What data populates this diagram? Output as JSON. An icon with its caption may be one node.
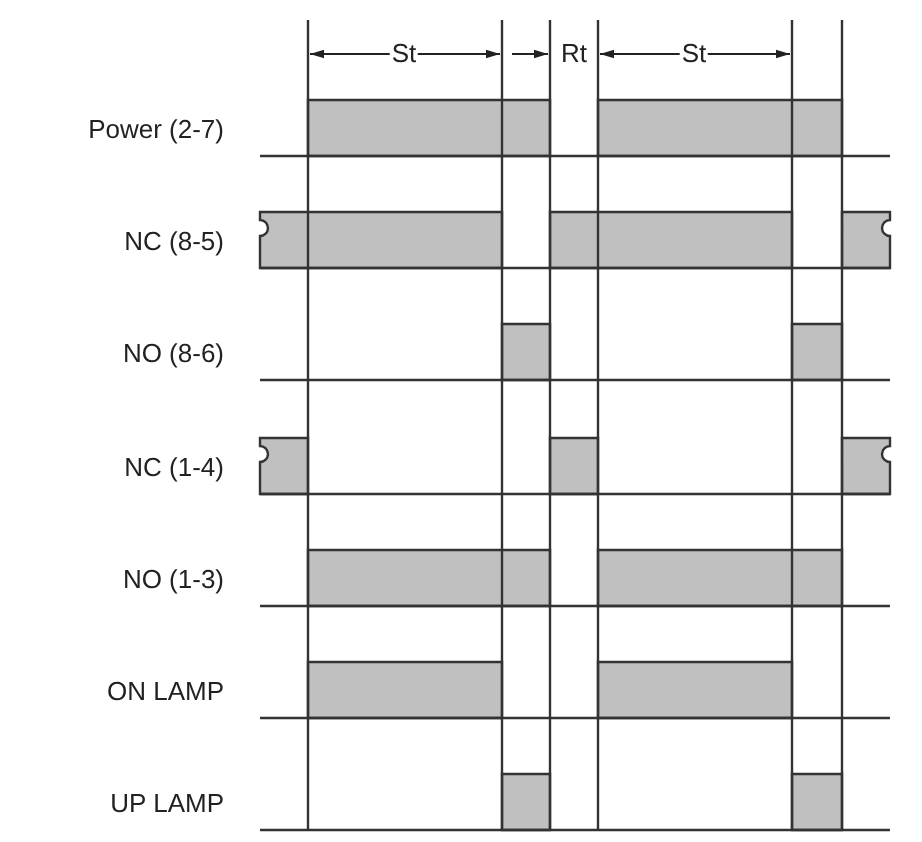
{
  "diagram": {
    "labels": [
      "St",
      "Rt",
      "St",
      "Power (2-7)",
      "NC (8-5)",
      "NO (8-6)",
      "NC (1-4)",
      "NO (1-3)",
      "ON LAMP",
      "UP LAMP"
    ]
  }
}
